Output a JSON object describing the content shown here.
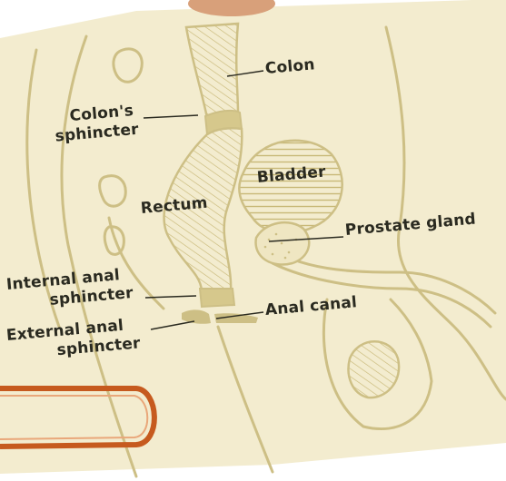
{
  "colors": {
    "paper": "#f3eccf",
    "outline": "#cdbf85",
    "hatch": "#c8b877",
    "label_text": "#2a2a20",
    "rubber_band": "#c65a1e",
    "finger": "#d8a07a"
  },
  "labels": {
    "colon": "Colon",
    "colons_sphincter_line1": "Colon's",
    "colons_sphincter_line2": "sphincter",
    "bladder": "Bladder",
    "rectum": "Rectum",
    "prostate_gland": "Prostate gland",
    "internal_anal_line1": "Internal anal",
    "internal_anal_line2": "sphincter",
    "anal_canal": "Anal canal",
    "external_anal_line1": "External anal",
    "external_anal_line2": "sphincter"
  }
}
